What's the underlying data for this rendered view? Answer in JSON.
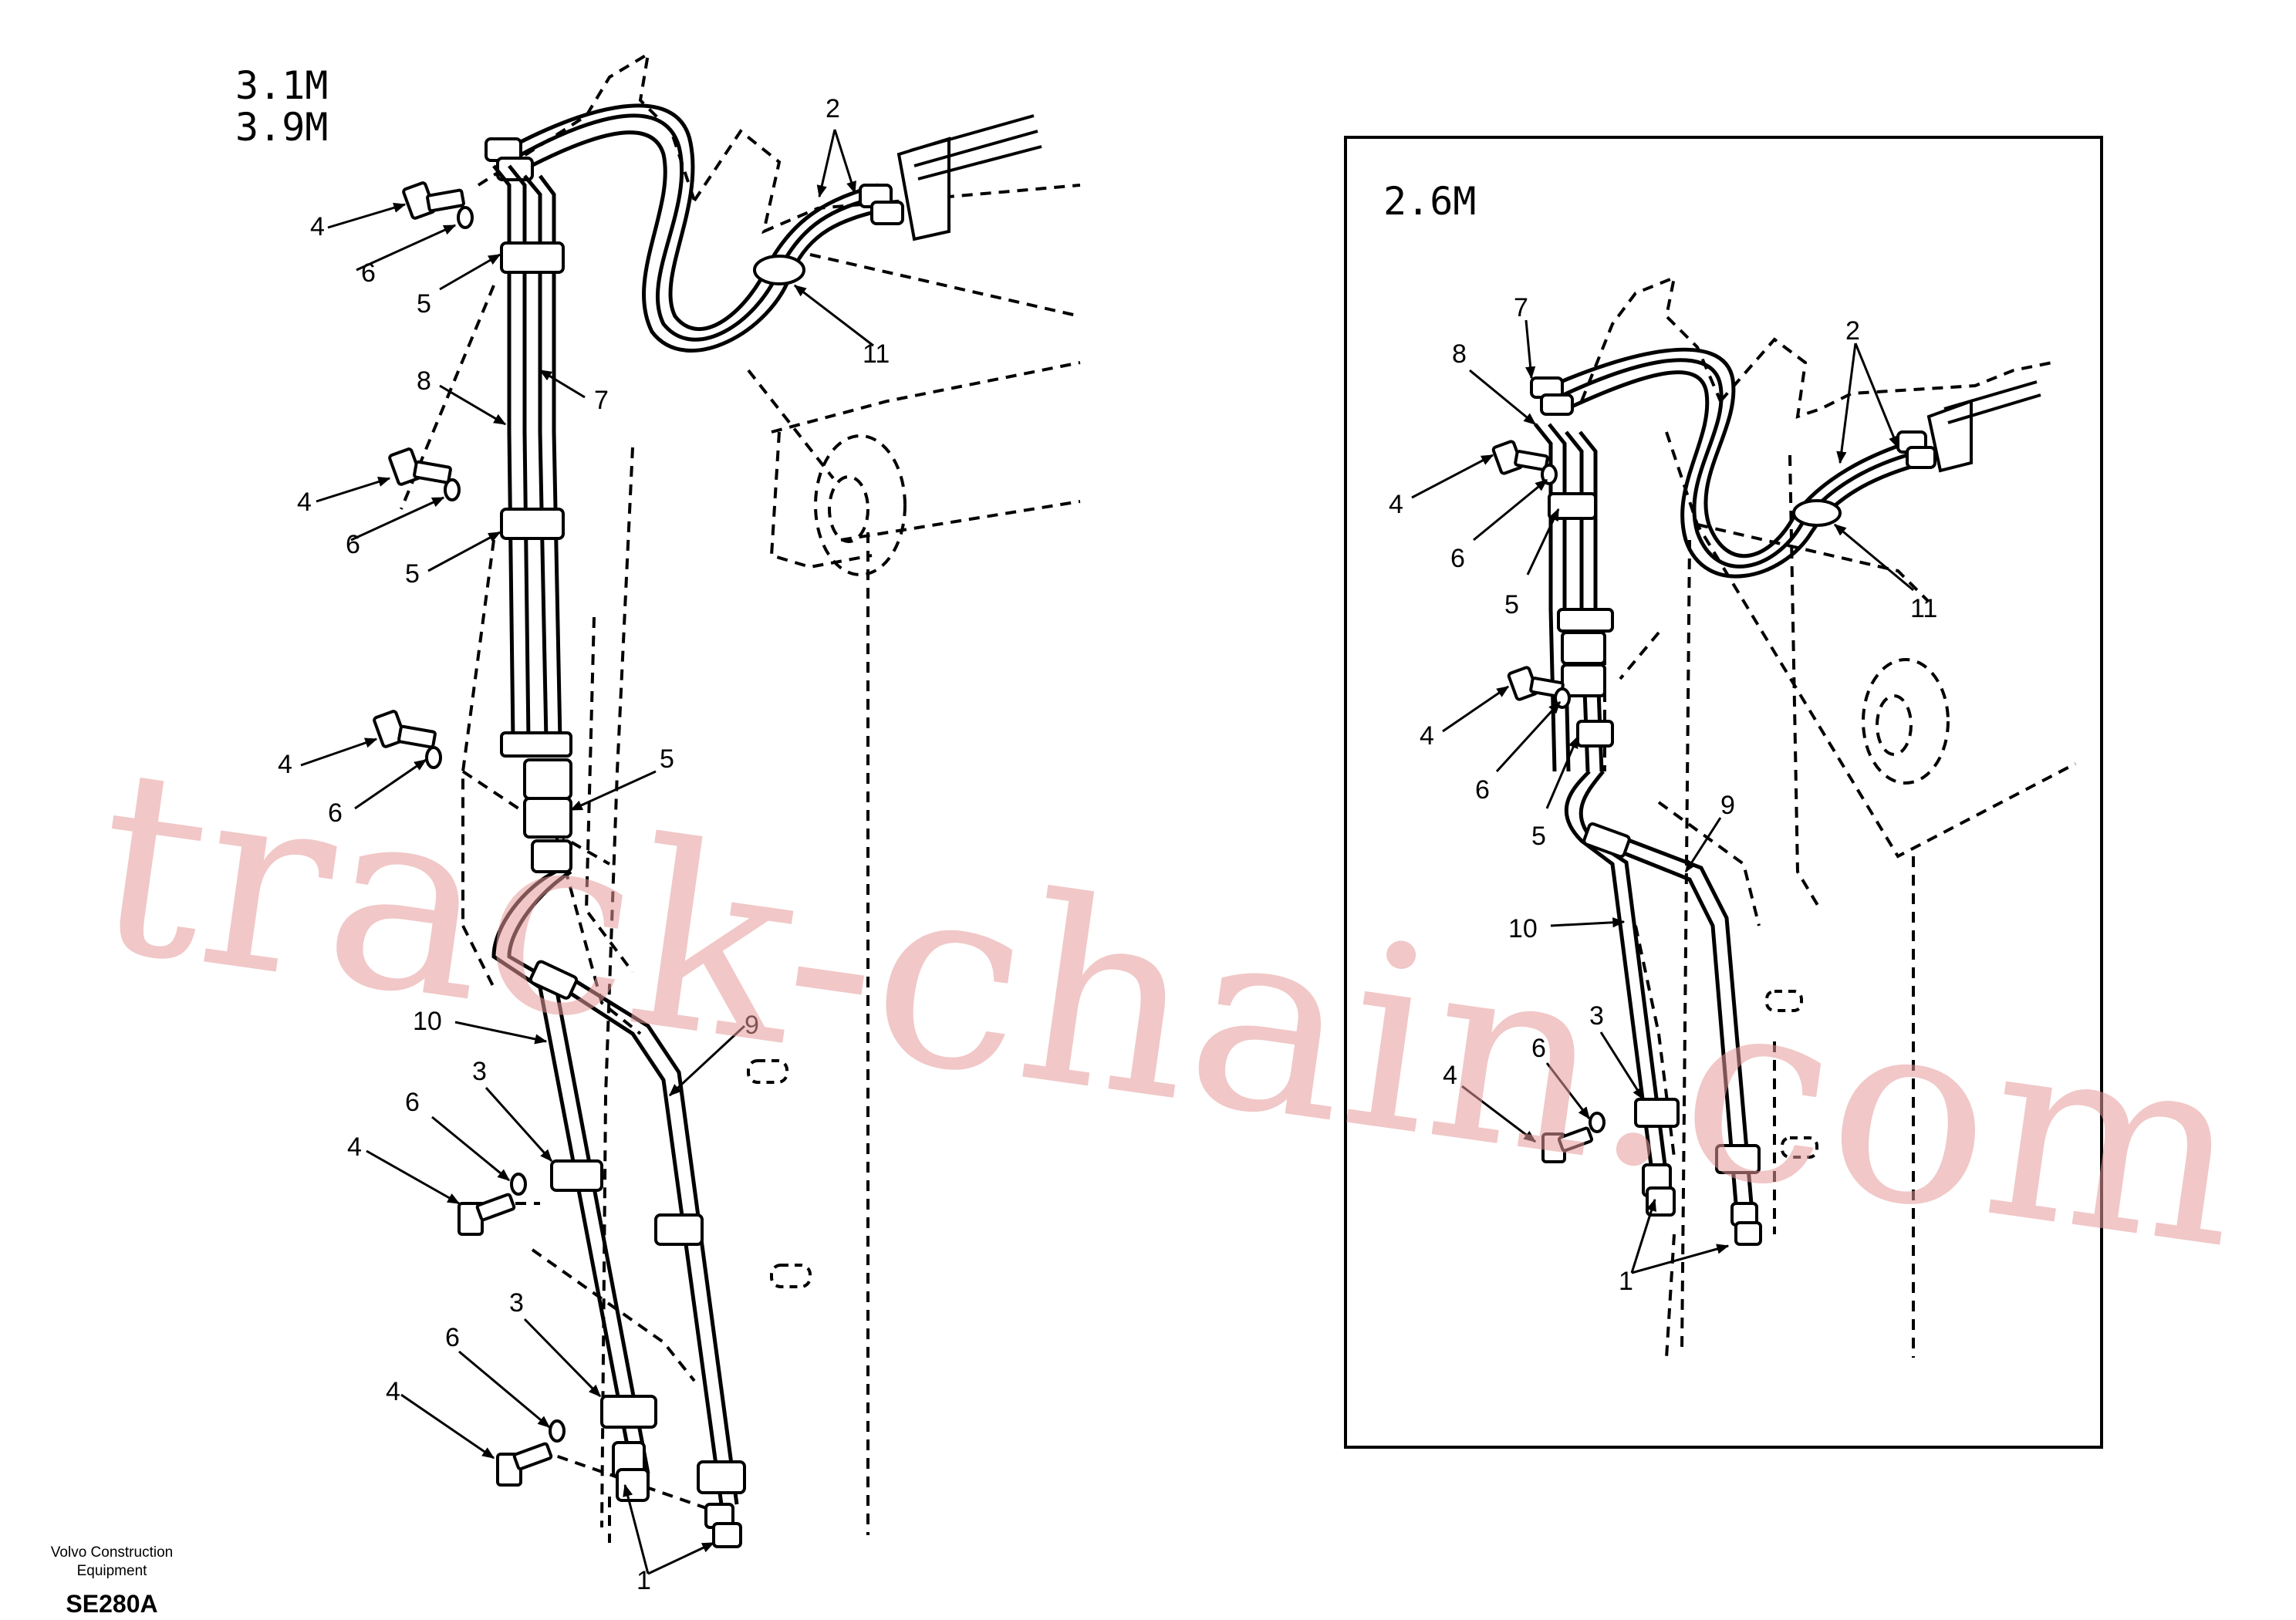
{
  "main_view": {
    "labels": [
      "3.1M",
      "3.9M"
    ],
    "callouts": {
      "c2": "2",
      "c11": "11",
      "c8": "8",
      "c7": "7",
      "c4a": "4",
      "c6a": "6",
      "c5a": "5",
      "c4b": "4",
      "c6b": "6",
      "c5b": "5",
      "c4c": "4",
      "c6c": "6",
      "c5c": "5",
      "c10": "10",
      "c9": "9",
      "c3a": "3",
      "c6d": "6",
      "c4d": "4",
      "c3b": "3",
      "c6e": "6",
      "c4e": "4",
      "c1": "1"
    }
  },
  "inset_view": {
    "label": "2.6M",
    "callouts": {
      "c7": "7",
      "c8": "8",
      "c2": "2",
      "c11": "11",
      "c4a": "4",
      "c6a": "6",
      "c5a": "5",
      "c4b": "4",
      "c6b": "6",
      "c5b": "5",
      "c9": "9",
      "c10": "10",
      "c3": "3",
      "c6c": "6",
      "c4c": "4",
      "c1": "1"
    }
  },
  "footer": {
    "company_line1": "Volvo Construction",
    "company_line2": "Equipment",
    "code": "SE280A"
  },
  "watermark": "track-chain.com"
}
